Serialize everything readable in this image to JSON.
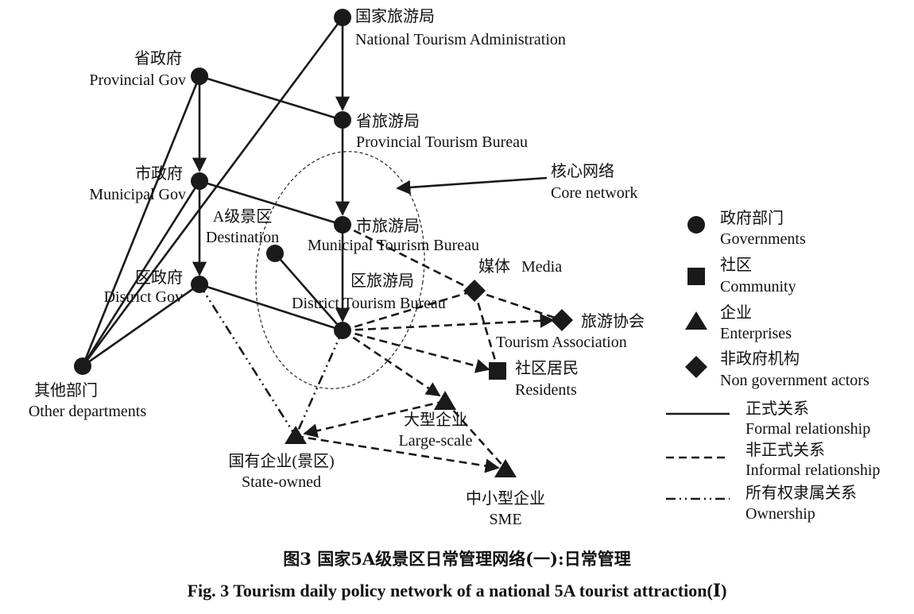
{
  "nodes": {
    "nta": {
      "cn": "国家旅游局",
      "en": "National Tourism Administration"
    },
    "prov_gov": {
      "cn": "省政府",
      "en": "Provincial Gov"
    },
    "prov_tb": {
      "cn": "省旅游局",
      "en": "Provincial Tourism Bureau"
    },
    "muni_gov": {
      "cn": "市政府",
      "en": "Municipal Gov"
    },
    "muni_tb": {
      "cn": "市旅游局",
      "en": "Municipal Tourism Bureau"
    },
    "dest": {
      "cn": "A级景区",
      "en": "Destination"
    },
    "dist_gov": {
      "cn": "区政府",
      "en": "District Gov"
    },
    "dist_tb": {
      "cn": "区旅游局",
      "en": "District Tourism Bureau"
    },
    "media": {
      "cn": "媒体",
      "en": "Media"
    },
    "assoc": {
      "cn": "旅游协会",
      "en": "Tourism Association"
    },
    "residents": {
      "cn": "社区居民",
      "en": "Residents"
    },
    "other": {
      "cn": "其他部门",
      "en": "Other departments"
    },
    "large": {
      "cn": "大型企业",
      "en": "Large-scale"
    },
    "state": {
      "cn": "国有企业(景区)",
      "en": "State-owned"
    },
    "sme": {
      "cn": "中小型企业",
      "en": "SME"
    }
  },
  "core_network": {
    "cn": "核心网络",
    "en": "Core network"
  },
  "legend": {
    "governments": {
      "cn": "政府部门",
      "en": "Governments"
    },
    "community": {
      "cn": "社区",
      "en": "Community"
    },
    "enterprises": {
      "cn": "企业",
      "en": "Enterprises"
    },
    "ngo": {
      "cn": "非政府机构",
      "en": "Non government actors"
    },
    "formal": {
      "cn": "正式关系",
      "en": "Formal relationship"
    },
    "informal": {
      "cn": "非正式关系",
      "en": "Informal relationship"
    },
    "ownership": {
      "cn": "所有权隶属关系",
      "en": "Ownership"
    }
  },
  "caption": {
    "cn": "图3   国家5A级景区日常管理网络(一):日常管理",
    "en": "Fig. 3   Tourism daily policy network of a national 5A tourist attraction(Ⅰ)"
  },
  "colors": {
    "ink": "#1a1a1a",
    "background": "#ffffff"
  }
}
